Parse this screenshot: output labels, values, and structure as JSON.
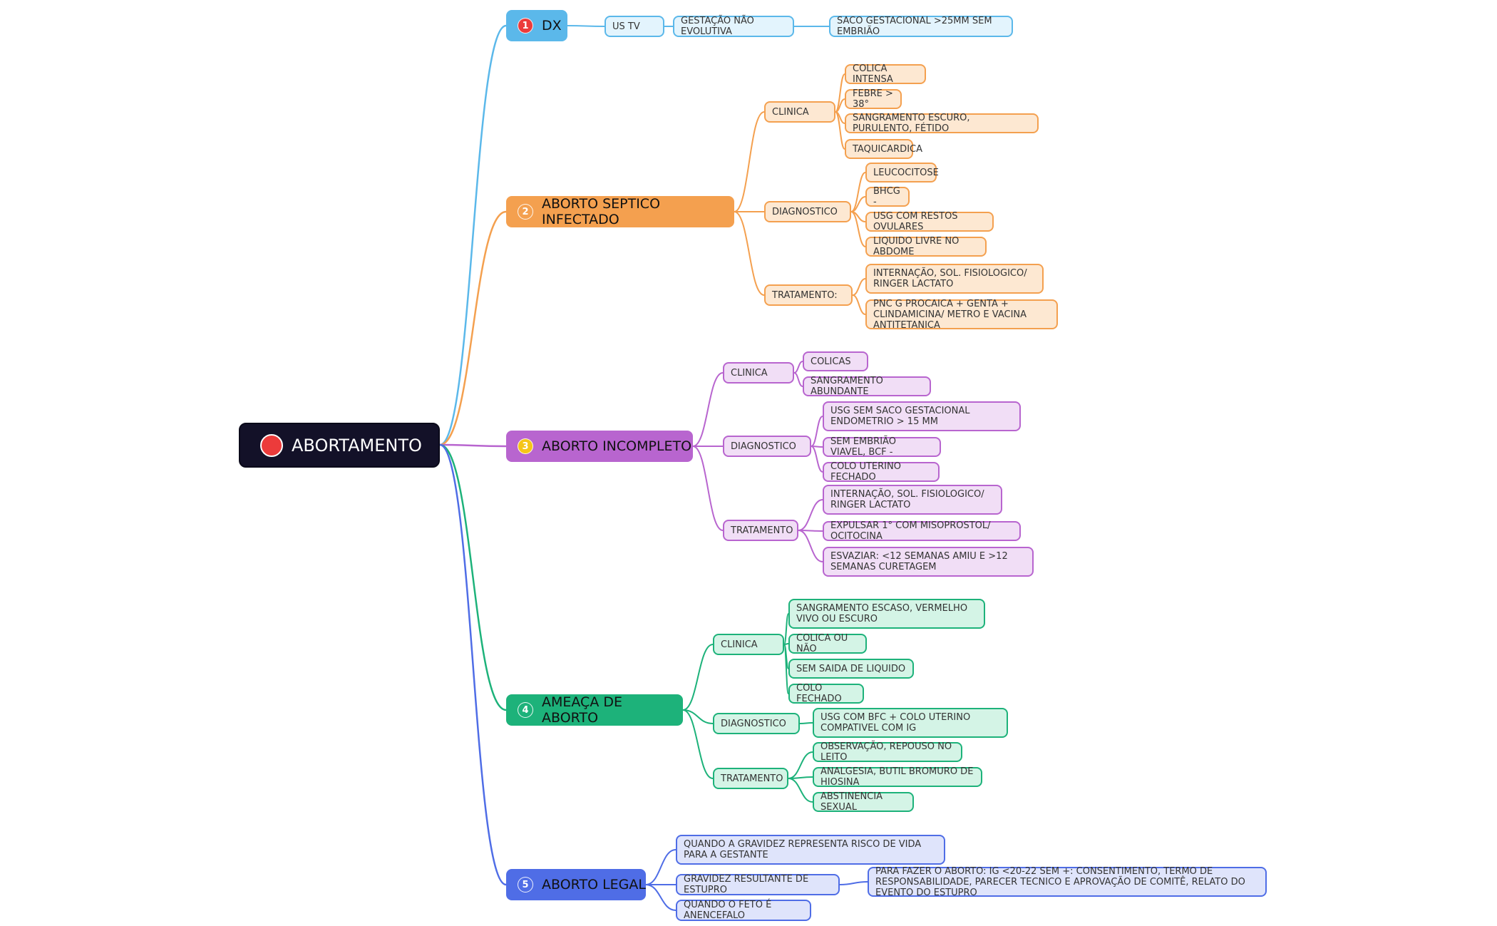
{
  "root": {
    "label": "ABORTAMENTO"
  },
  "colors": {
    "root_bg": "#131128",
    "blue": "#5bb8ea",
    "orange": "#f4a04f",
    "purple": "#b865cf",
    "green": "#1db27a",
    "indigo": "#4f6de6"
  },
  "branches": [
    {
      "num": "1",
      "label": "DX",
      "color": "blue",
      "chain": [
        "US TV",
        "GESTAÇÃO NÃO EVOLUTIVA",
        "SACO GESTACIONAL >25MM SEM EMBRIÃO"
      ]
    },
    {
      "num": "2",
      "label": "ABORTO SEPTICO INFECTADO",
      "color": "orange",
      "groups": [
        {
          "label": "CLINICA",
          "items": [
            "COLICA INTENSA",
            "FEBRE > 38°",
            "SANGRAMENTO ESCURO, PURULENTO, FÉTIDO",
            "TAQUICARDICA"
          ]
        },
        {
          "label": "DIAGNOSTICO",
          "items": [
            "LEUCOCITOSE",
            "BHCG -",
            "USG COM RESTOS OVULARES",
            "LIQUIDO LIVRE NO ABDOME"
          ]
        },
        {
          "label": "TRATAMENTO:",
          "items": [
            "INTERNAÇÃO, SOL. FISIOLOGICO/ RINGER LACTATO",
            "PNC G PROCAICA + GENTA + CLINDAMICINA/ METRO E VACINA ANTITETANICA"
          ]
        }
      ]
    },
    {
      "num": "3",
      "label": "ABORTO INCOMPLETO",
      "color": "purple",
      "groups": [
        {
          "label": "CLINICA",
          "items": [
            "COLICAS",
            "SANGRAMENTO ABUNDANTE"
          ]
        },
        {
          "label": "DIAGNOSTICO",
          "items": [
            "USG SEM SACO GESTACIONAL  ENDOMETRIO > 15 MM",
            "SEM EMBRIÃO VIAVEL, BCF -",
            "COLO UTERINO FECHADO"
          ]
        },
        {
          "label": "TRATAMENTO",
          "items": [
            "INTERNAÇÃO, SOL. FISIOLOGICO/ RINGER LACTATO",
            "EXPULSAR 1° COM MISOPROSTOL/ OCITOCINA",
            "ESVAZIAR: <12 SEMANAS  AMIU E >12 SEMANAS CURETAGEM"
          ]
        }
      ]
    },
    {
      "num": "4",
      "label": "AMEAÇA DE ABORTO",
      "color": "green",
      "groups": [
        {
          "label": "CLINICA",
          "items": [
            "SANGRAMENTO ESCASO, VERMELHO VIVO OU ESCURO",
            "COLICA OU NÃO",
            "SEM SAIDA DE LIQUIDO",
            "COLO FECHADO"
          ]
        },
        {
          "label": "DIAGNOSTICO",
          "items": [
            "USG COM BFC + COLO UTERINO COMPATIVEL COM IG"
          ]
        },
        {
          "label": "TRATAMENTO",
          "items": [
            "OBSERVAÇÃO, REPOUSO NO LEITO",
            "ANALGESIA, BUTIL BROMURO DE HIOSINA",
            "ABSTINENCIA SEXUAL"
          ]
        }
      ]
    },
    {
      "num": "5",
      "label": "ABORTO LEGAL",
      "color": "indigo",
      "groups": [
        {
          "label": "QUANDO A GRAVIDEZ REPRESENTA RISCO DE VIDA PARA A GESTANTE",
          "items": []
        },
        {
          "label": "GRAVIDEZ RESULTANTE DE ESTUPRO",
          "items": [
            "PARA FAZER O ABORTO: IG <20-22 SEM +: CONSENTIMENTO, TERMO DE RESPONSABILIDADE, PARECER TECNICO E APROVAÇÃO DE COMITÊ, RELATO DO EVENTO DO ESTUPRO"
          ]
        },
        {
          "label": "QUANDO O FETO É ANENCEFALO",
          "items": []
        }
      ]
    }
  ]
}
